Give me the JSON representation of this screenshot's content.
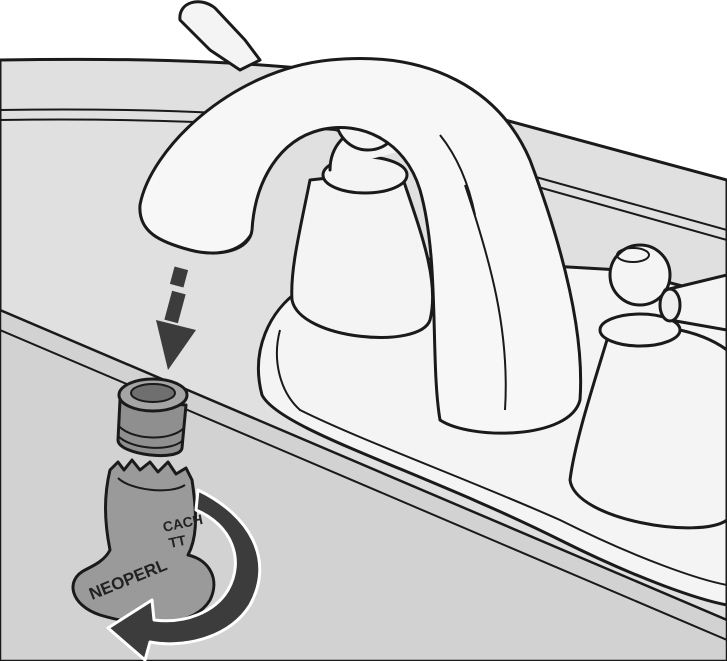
{
  "tool": {
    "brand": "NEOPERL",
    "code_line1": "CACH",
    "code_line2": "TT"
  },
  "colors": {
    "surface": "#d9d9d9",
    "rim": "#cfcfcf",
    "chrome": "#f2f2f2",
    "aerator": "#8f8f8f",
    "key": "#9a9a9a",
    "arrow": "#3c3c3c"
  },
  "icons": {
    "down_arrow": "arrow-down-icon",
    "rotate_arrow": "rotate-arrow-icon"
  }
}
